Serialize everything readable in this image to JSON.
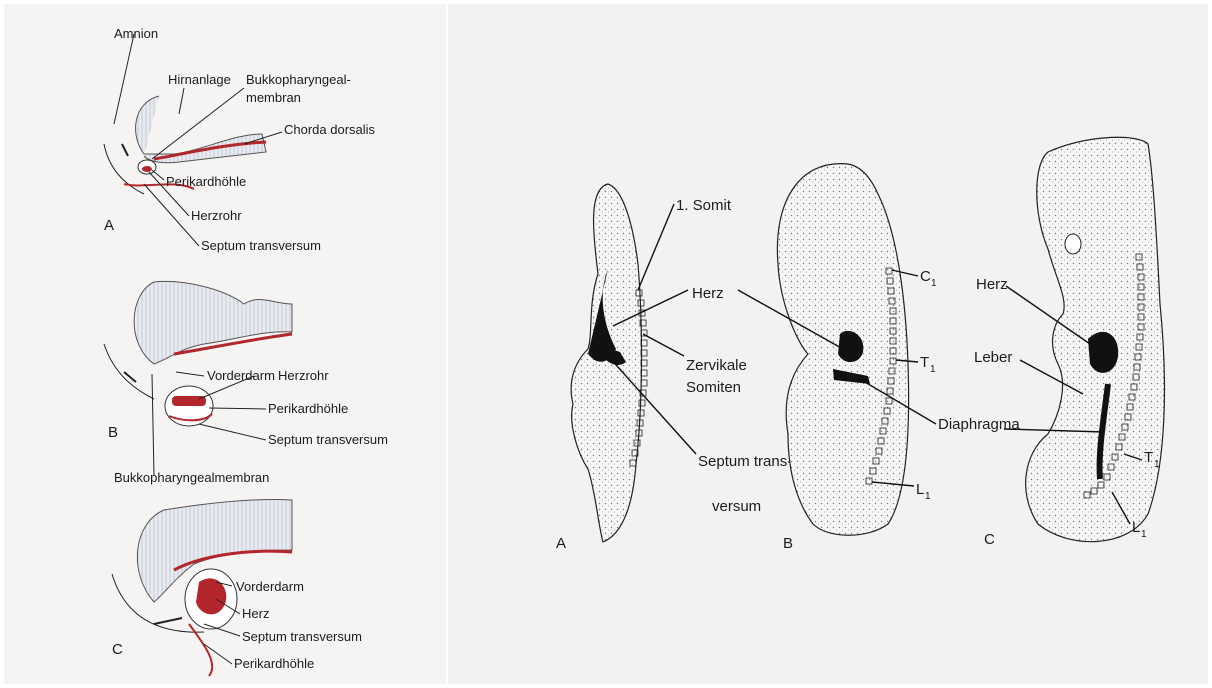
{
  "left_figure": {
    "labels": {
      "amnion": "Amnion",
      "hirnanlage": "Hirnanlage",
      "bukko_line1": "Bukkopharyngeal-",
      "bukko_line2": "membran",
      "chorda": "Chorda dorsalis",
      "perikard_a": "Perikardhöhle",
      "herzrohr_a": "Herzrohr",
      "septum_a": "Septum transversum",
      "vorderdarm_b": "Vorderdarm",
      "herzrohr_b": "Herzrohr",
      "perikard_b": "Perikardhöhle",
      "septum_b": "Septum transversum",
      "bukkomembran": "Bukkopharyngealmembran",
      "vorderdarm_c": "Vorderdarm",
      "herz_c": "Herz",
      "septum_c": "Septum transversum",
      "perikard_c": "Perikardhöhle"
    },
    "panel_letters": {
      "a": "A",
      "b": "B",
      "c": "C"
    }
  },
  "right_figure": {
    "labels": {
      "somit": "1. Somit",
      "herz_a": "Herz",
      "zervikale": "Zervikale",
      "somiten": "Somiten",
      "septum_line1": "Septum trans-",
      "septum_line2": "versum",
      "c1": "C",
      "c1_sub": "1",
      "t1_b": "T",
      "t1_b_sub": "1",
      "diaphragma": "Diaphragma",
      "l1_b": "L",
      "l1_b_sub": "1",
      "herz_c": "Herz",
      "leber": "Leber",
      "t1_c": "T",
      "t1_c_sub": "1",
      "l1_c": "L",
      "l1_c_sub": "1"
    },
    "panel_letters": {
      "a": "A",
      "b": "B",
      "c": "C"
    }
  },
  "colors": {
    "left_background": "#f6f3f3",
    "right_background": "#f2f2f1",
    "tissue_red": "#b3262b",
    "neural_hatch": "#c9ced8",
    "heart_black": "#111111"
  }
}
